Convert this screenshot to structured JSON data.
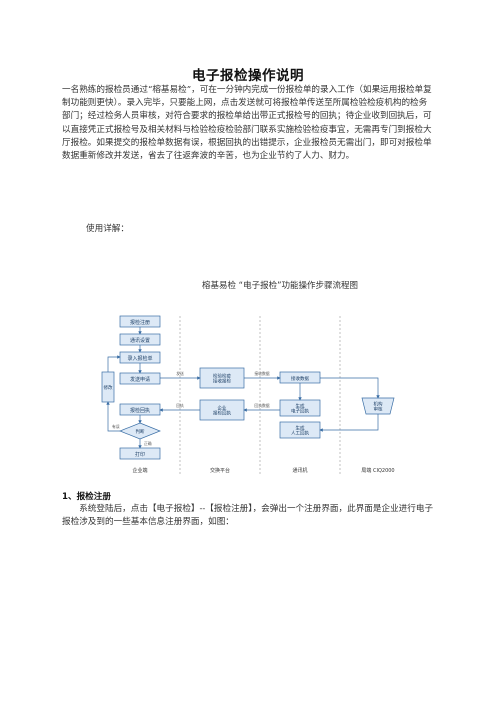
{
  "doc": {
    "title": "电子报检操作说明",
    "intro": "一名熟练的报检员通过“榕基易检”，可在一分钟内完成一份报检单的录入工作（如果运用报检单复制功能则更快）。录入完毕，只要能上网，点击发送就可将报检单传送至所属检验检疫机构的检务部门；经过检务人员审核，对符合要求的报检单给出带正式报检号的回执；待企业收到回执后，可以直接凭正式报检号及相关材料与检验检疫检验部门联系实施检验检疫事宜，无需再专门到报检大厅报检。如果提交的报检单数据有误，根据回执的出错提示，企业报检员无需出门，即可对报检单数据重新修改并发送，省去了往返奔波的辛苦，也为企业节约了人力、财力。",
    "usage_label": "使用详解：",
    "section1_title": "1、报检注册",
    "section1_body": "系统登陆后，点击【电子报检】--【报检注册】，会弹出一个注册界面，此界面是企业进行电子报检涉及到的一些基本信息注册界面，如图："
  },
  "flowchart": {
    "title": "榕基易检 “电子报检”功能操作步骤流程图",
    "colors": {
      "box_fill": "#dde9f6",
      "box_stroke": "#3a6ea5",
      "line": "#3a6ea5",
      "lane": "#999999"
    },
    "nodes": {
      "register": "报检注册",
      "check_setup": "通讯设置",
      "enter": "录入报检单",
      "send_app": "发送申请",
      "modify": "修改",
      "receipt": "报检回执",
      "judge": "判断",
      "print": "打印",
      "exchange_receive": "检验检疫\n接收报检",
      "exchange_return": "企业\n报检回执",
      "recv_data": "接收数据",
      "auto_return": "生成\n电子回执",
      "manual_return": "生成\n人工回执",
      "review": "机构\n审核"
    },
    "edge_labels": {
      "send": "发送",
      "receive": "接收",
      "return": "回执",
      "recv_data": "接收数据",
      "return_data": "回执数据",
      "ok": "正确",
      "err": "有误"
    },
    "lanes": [
      "企业端",
      "交换平台",
      "通讯机",
      "局端 CIQ2000"
    ]
  }
}
